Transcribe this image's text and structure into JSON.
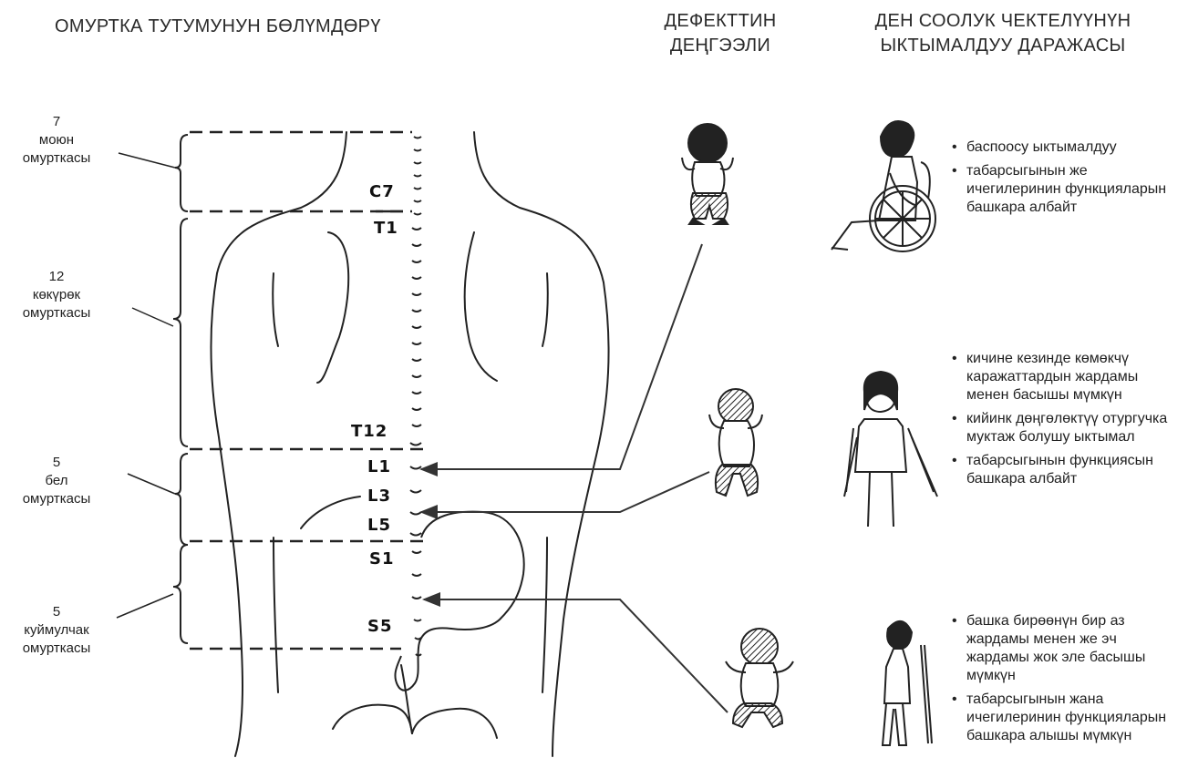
{
  "headers": {
    "sections": "ОМУРТКА ТУТУМУНУН БӨЛҮМДӨРҮ",
    "level_line1": "ДЕФЕКТТИН",
    "level_line2": "ДЕҢГЭЭЛИ",
    "outcome_line1": "ДЕН СООЛУК ЧЕКТЕЛҮҮНҮН",
    "outcome_line2": "ЫКТЫМАЛДУУ ДАРАЖАСЫ"
  },
  "segments": [
    {
      "count": "7",
      "line1": "моюн",
      "line2": "омурткасы"
    },
    {
      "count": "12",
      "line1": "көкүрөк",
      "line2": "омурткасы"
    },
    {
      "count": "5",
      "line1": "бел",
      "line2": "омурткасы"
    },
    {
      "count": "5",
      "line1": "куймулчак",
      "line2": "омурткасы"
    }
  ],
  "vertebra_labels": [
    "C7",
    "T1",
    "T12",
    "L1",
    "L3",
    "L5",
    "S1",
    "S5"
  ],
  "outcomes": [
    {
      "items": [
        "баспоосу ыктымалдуу",
        "табарсыгынын же ичегилеринин функцияларын башкара албайт"
      ]
    },
    {
      "items": [
        "кичине кезинде көмөкчү каражаттардын жардамы менен басышы мүмкүн",
        "кийинк дөңгөлөктүү отургучка муктаж болушу ыктымал",
        "табарсыгынын функциясын башкара албайт"
      ]
    },
    {
      "items": [
        "башка бирөөнүн бир аз жардамы менен же эч жардамы жок эле басышы мүмкүн",
        "табарсыгынын жана ичегилеринин функцияларын башкара алышы мүмкүн"
      ]
    }
  ],
  "colors": {
    "ink": "#222222",
    "background": "#ffffff"
  }
}
